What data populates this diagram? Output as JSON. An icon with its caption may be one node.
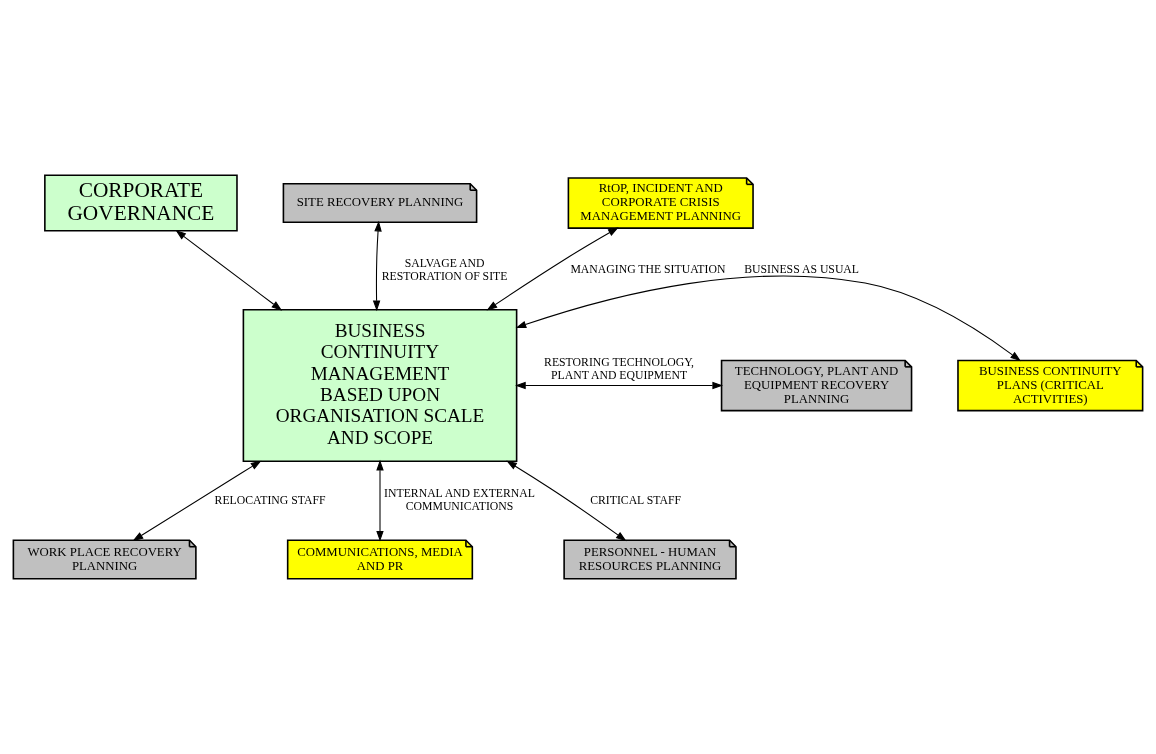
{
  "diagram": {
    "nodes": [
      {
        "text": [
          "CORPORATE GOVERNANCE"
        ]
      },
      {
        "text": [
          "BUSINESS CONTINUITY MANAGEMENT",
          "BASED UPON ORGANISATION SCALE AND SCOPE"
        ]
      },
      {
        "text": [
          "SITE RECOVERY PLANNING"
        ]
      },
      {
        "text": [
          "RtOP, INCIDENT AND CORPORATE CRISIS MANAGEMENT PLANNING"
        ]
      },
      {
        "text": [
          "BUSINESS CONTINUITY PLANS (CRITICAL ACTIVITIES)"
        ]
      },
      {
        "text": [
          "TECHNOLOGY, PLANT AND EQUIPMENT RECOVERY PLANNING"
        ]
      },
      {
        "text": [
          "WORK PLACE RECOVERY PLANNING"
        ]
      },
      {
        "text": [
          "COMMUNICATIONS, MEDIA AND PR"
        ]
      },
      {
        "text": [
          "PERSONNEL - HUMAN RESOURCES PLANNING"
        ]
      }
    ],
    "edges": [
      {
        "from": 0,
        "to": 1,
        "arrow": "both"
      },
      {
        "from": 2,
        "to": 1,
        "arrow": "both",
        "label": "SALVAGE AND RESTORATION OF SITE"
      },
      {
        "from": 3,
        "to": 1,
        "arrow": "both",
        "label": "MANAGING THE SITUATION"
      },
      {
        "from": 1,
        "to": 4,
        "arrow": "both",
        "label": "BUSINESS AS USUAL"
      },
      {
        "from": 1,
        "to": 5,
        "arrow": "both",
        "label": "RESTORING TECHNOLOGY, PLANT AND EQUIPMENT"
      },
      {
        "from": 1,
        "to": 6,
        "arrow": "both",
        "label": "RELOCATING STAFF"
      },
      {
        "from": 1,
        "to": 7,
        "arrow": "both",
        "label": "INTERNAL AND EXTERNAL COMMUNICATIONS"
      },
      {
        "from": 1,
        "to": 8,
        "arrow": "both",
        "label": "CRITICAL STAFF"
      }
    ]
  }
}
